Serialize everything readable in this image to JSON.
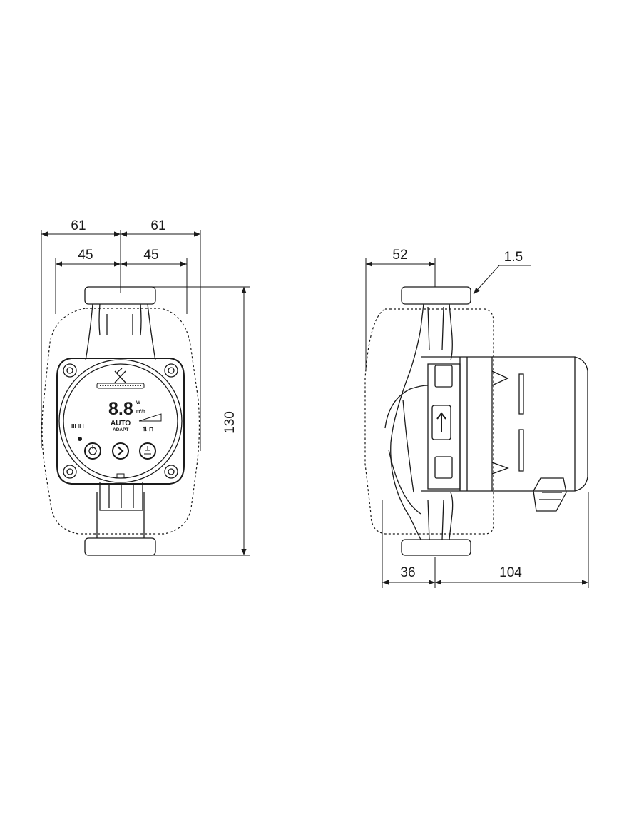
{
  "front_view": {
    "dim_outer_left": "61",
    "dim_outer_right": "61",
    "dim_inner_left": "45",
    "dim_inner_right": "45",
    "dim_height": "130",
    "display_digits": "8.8",
    "display_unit_top": "W",
    "display_unit_bottom": "m³/h",
    "display_mode": "AUTO",
    "display_mode_sub": "ADAPT",
    "display_speed_marks": "III  II  I",
    "display_head_label": "⇅ ⊓"
  },
  "side_view": {
    "dim_top": "52",
    "dim_clearance": "1.5",
    "dim_bottom_left": "36",
    "dim_bottom_right": "104"
  }
}
